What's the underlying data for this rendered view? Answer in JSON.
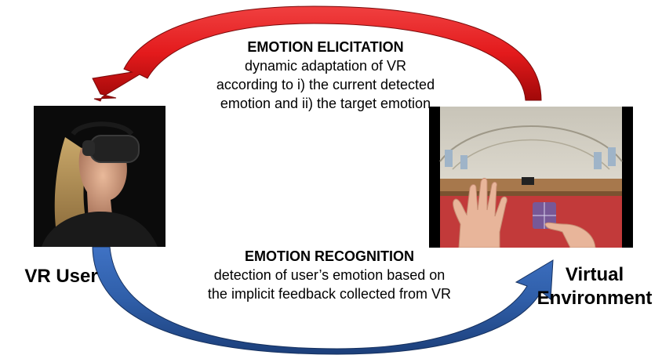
{
  "elicitation": {
    "heading": "EMOTION ELICITATION",
    "lines": [
      "dynamic adaptation of VR",
      "according to i) the current detected",
      "emotion and ii) the target emotion"
    ]
  },
  "recognition": {
    "heading": "EMOTION RECOGNITION",
    "lines": [
      "detection of user’s emotion based on",
      "the implicit feedback collected from VR"
    ]
  },
  "nodes": {
    "user": "VR User",
    "environment_line1": "Virtual",
    "environment_line2": "Environment"
  },
  "colors": {
    "elicitation_arrow": "#e31a1c",
    "recognition_arrow": "#2f5ea8"
  },
  "icons": {
    "user_photo": "person-wearing-vr-headset",
    "environment_photo": "virtual-concert-hall-with-hands"
  }
}
